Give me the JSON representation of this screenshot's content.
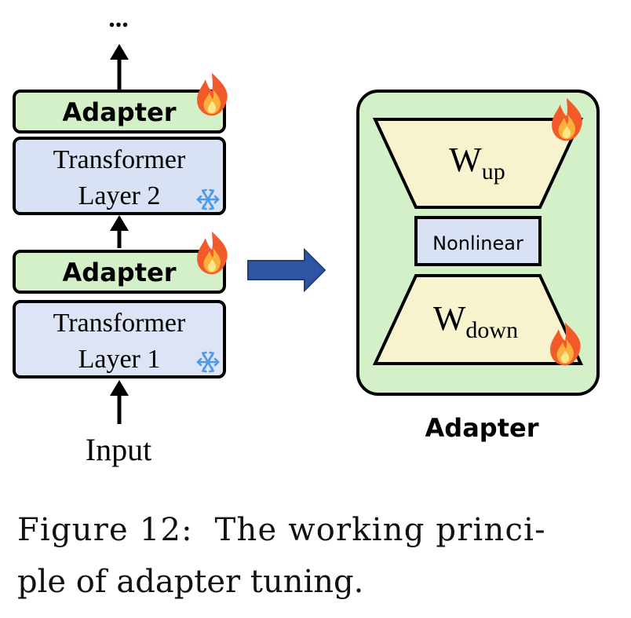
{
  "left_stack": {
    "top_ellipsis": "...",
    "adapter_top_label": "Adapter",
    "layer2_line1": "Transformer",
    "layer2_line2": "Layer 2",
    "adapter_bottom_label": "Adapter",
    "layer1_line1": "Transformer",
    "layer1_line2": "Layer 1",
    "input_label": "Input"
  },
  "adapter_detail": {
    "w_up_main": "W",
    "w_up_sub": "up",
    "nonlinear_label": "Nonlinear",
    "w_down_main": "W",
    "w_down_sub": "down",
    "panel_label": "Adapter"
  },
  "icons": {
    "trainable": "flame-icon",
    "frozen": "snowflake-icon"
  },
  "colors": {
    "adapter_fill": "#d4f0c8",
    "layer_fill": "#d9e1f5",
    "panel_fill": "#d4f0c8",
    "trapezoid_fill": "#f7f3cf",
    "nonlinear_fill": "#d9e1f5",
    "arrow_blue": "#2f55a4",
    "flame_outer": "#f25a2a",
    "snowflake": "#4d9be6"
  },
  "caption": {
    "line1": "Figure 12:  The working princi-",
    "line2": "ple of adapter tuning."
  }
}
